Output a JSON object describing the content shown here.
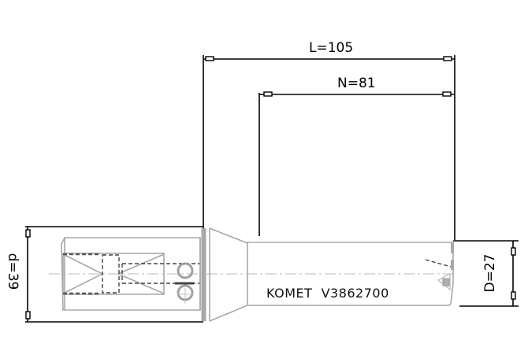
{
  "drawing": {
    "type": "technical tool drawing",
    "dimensions": {
      "overall_length": {
        "label": "L=105",
        "symbol": "L",
        "value": 105
      },
      "usable_length": {
        "label": "N=81",
        "symbol": "N",
        "value": 81
      },
      "shank_diameter": {
        "label": "d=39",
        "symbol": "d",
        "value": 39
      },
      "cutting_diameter": {
        "label": "D=27",
        "symbol": "D",
        "value": 27
      }
    },
    "tool_marking": "KOMET  V3862700",
    "colors": {
      "dimension_lines": "#000000",
      "part_outline": "#a8a8a8",
      "hidden_lines": "#444444",
      "center_line": "#c8c8c8",
      "background": "#ffffff"
    }
  }
}
